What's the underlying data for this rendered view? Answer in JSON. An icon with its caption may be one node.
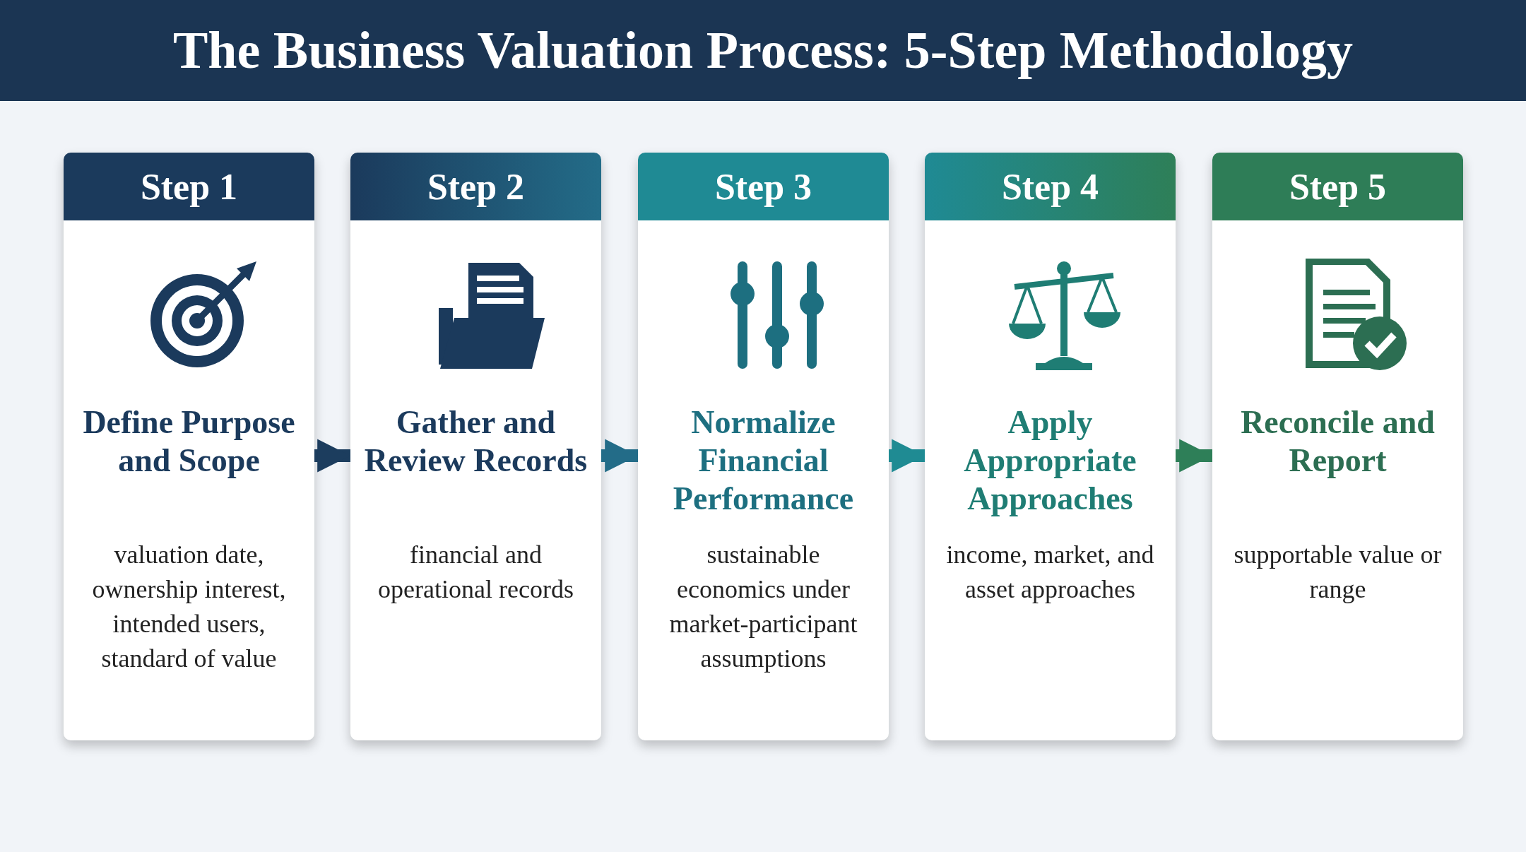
{
  "diagram": {
    "title": "The Business Valuation Process: 5-Step Methodology",
    "nodes": [
      {
        "text": [
          "Step 1",
          "Define Purpose and Scope",
          "valuation date, ownership interest, intended users, standard of value"
        ]
      },
      {
        "text": [
          "Step 2",
          "Gather and Review Records",
          "financial and operational records"
        ]
      },
      {
        "text": [
          "Step 3",
          "Normalize Financial Performance",
          "sustainable economics under market-participant assumptions"
        ]
      },
      {
        "text": [
          "Step 4",
          "Apply Appropriate Approaches",
          "income, market, and asset approaches"
        ]
      },
      {
        "text": [
          "Step 5",
          "Reconcile and Report",
          "supportable value or range"
        ]
      }
    ],
    "edges": [
      {
        "from": 0,
        "to": 1,
        "arrow": "to",
        "color": "#1c3d5e"
      },
      {
        "from": 1,
        "to": 2,
        "arrow": "to",
        "color": "#236c88"
      },
      {
        "from": 2,
        "to": 3,
        "arrow": "to",
        "color": "#1f8b93"
      },
      {
        "from": 3,
        "to": 4,
        "arrow": "to",
        "color": "#2e7f58"
      }
    ]
  }
}
